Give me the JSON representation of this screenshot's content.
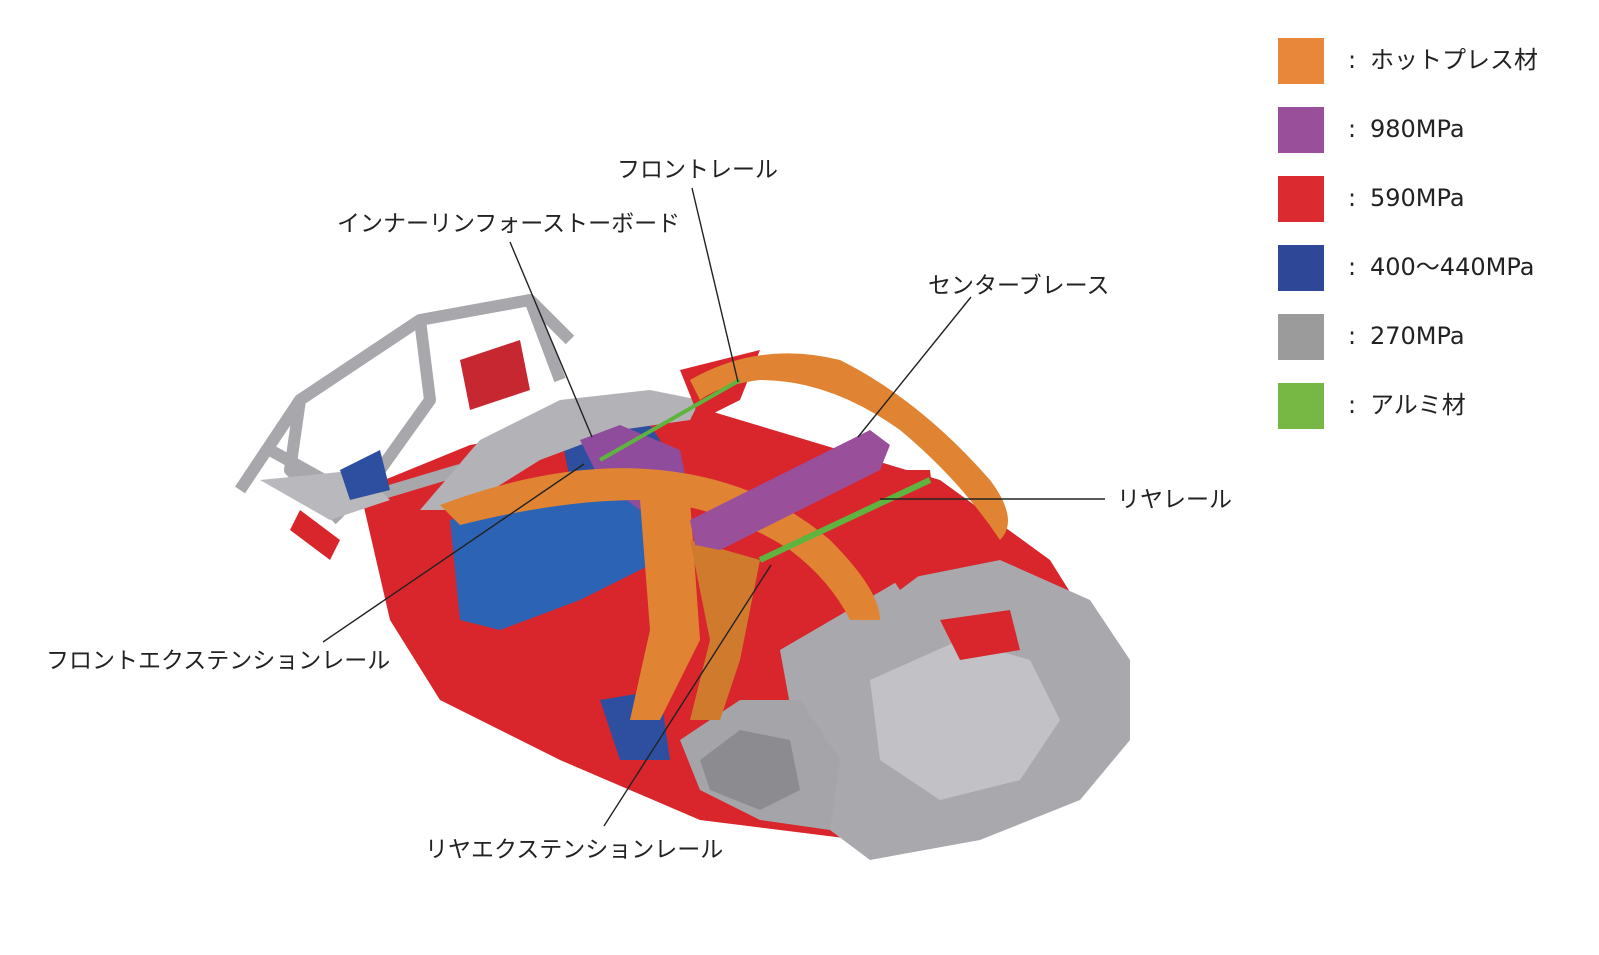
{
  "callouts": {
    "front_rail": "フロントレール",
    "inner_reinforce": "インナーリンフォーストーボード",
    "center_brace": "センターブレース",
    "rear_rail": "リヤレール",
    "front_ext_rail": "フロントエクステンションレール",
    "rear_ext_rail": "リヤエクステンションレール"
  },
  "legend": [
    {
      "color": "#e8873a",
      "label": "ホットプレス材"
    },
    {
      "color": "#9a4f9b",
      "label": "980MPa"
    },
    {
      "color": "#dc2b30",
      "label": "590MPa"
    },
    {
      "color": "#2e4796",
      "label": "400〜440MPa"
    },
    {
      "color": "#9b9b9b",
      "label": "270MPa"
    },
    {
      "color": "#76b843",
      "label": "アルミ材"
    }
  ],
  "legend_separator": ":"
}
